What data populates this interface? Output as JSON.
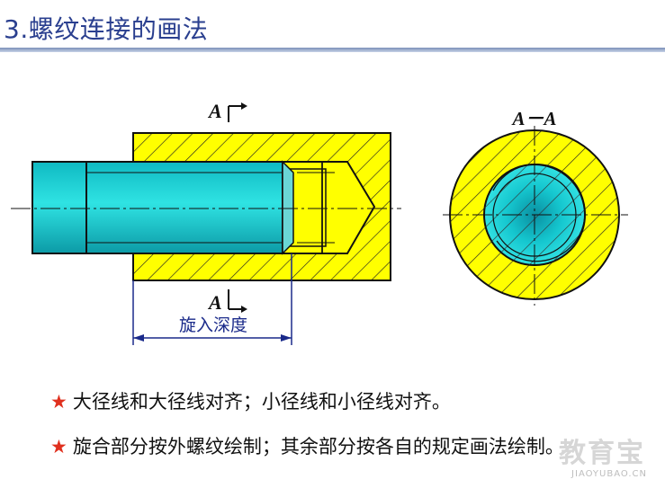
{
  "slide": {
    "title": "3.螺纹连接的画法"
  },
  "drawing": {
    "section_mark_top": "A",
    "section_mark_bottom": "A",
    "dimension_label": "旋入深度",
    "section_view_label": "A－A",
    "colors": {
      "nut_fill": "#ffff00",
      "bolt_fill": "#10c4c4",
      "bolt_dark": "#0a8f9a",
      "outline": "#111111",
      "dimension": "#1a2a8a"
    }
  },
  "bullets": [
    {
      "star": "★",
      "text": "大径线和大径线对齐；小径线和小径线对齐。"
    },
    {
      "star": "★",
      "text": "旋合部分按外螺纹绘制；其余部分按各自的规定画法绘制。"
    }
  ],
  "watermark": {
    "text": "教育宝",
    "sub": "JIAOYUBAO.CN"
  }
}
